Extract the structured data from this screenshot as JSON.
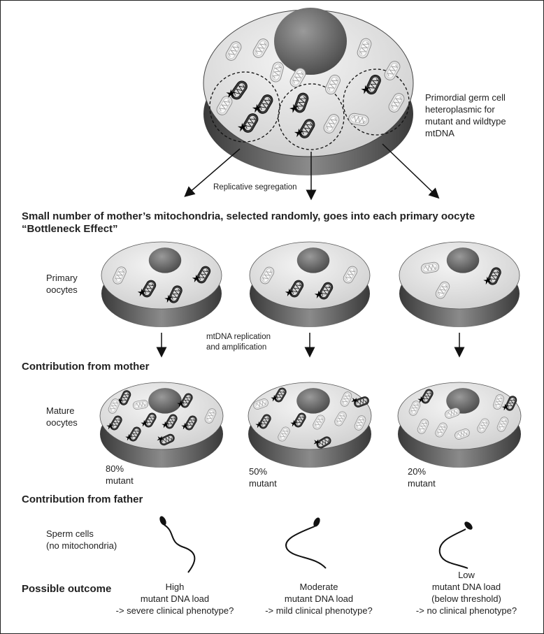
{
  "germ_cell": {
    "label_lines": [
      "Primordial germ cell",
      "heteroplasmic for",
      "mutant and wildtype",
      "mtDNA"
    ]
  },
  "replicative_segregation": "Replicative segregation",
  "bottleneck": {
    "line1": "Small number of mother’s mitochondria, selected randomly, goes into each primary oocyte",
    "line2": "“Bottleneck Effect”"
  },
  "primary_oocytes_label": [
    "Primary",
    "oocytes"
  ],
  "replication_label": [
    "mtDNA replication",
    "and amplification"
  ],
  "contribution_mother": "Contribution from mother",
  "mature_oocytes_label": [
    "Mature",
    "oocytes"
  ],
  "percent_labels": [
    {
      "value": "80%",
      "unit": "mutant"
    },
    {
      "value": "50%",
      "unit": "mutant"
    },
    {
      "value": "20%",
      "unit": "mutant"
    }
  ],
  "contribution_father": "Contribution from father",
  "sperm_label": [
    "Sperm cells",
    "(no mitochondria)"
  ],
  "possible_outcome": "Possible outcome",
  "outcomes": [
    {
      "lines": [
        "High",
        "mutant DNA load",
        "-> severe clinical phenotype?"
      ]
    },
    {
      "lines": [
        "Moderate",
        "mutant DNA load",
        "-> mild clinical phenotype?"
      ]
    },
    {
      "lines": [
        "Low",
        "mutant DNA load",
        "(below threshold)",
        "-> no clinical phenotype?"
      ]
    }
  ]
}
